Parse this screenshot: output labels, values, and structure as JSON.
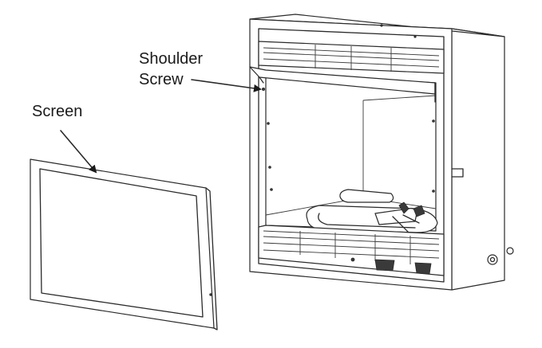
{
  "labels": {
    "screen": "Screen",
    "shoulder_screw_line1": "Shoulder",
    "shoulder_screw_line2": "Screw"
  },
  "colors": {
    "line": "#2a2a2a",
    "fill_shade": "#d9d9d9",
    "background": "#ffffff"
  }
}
